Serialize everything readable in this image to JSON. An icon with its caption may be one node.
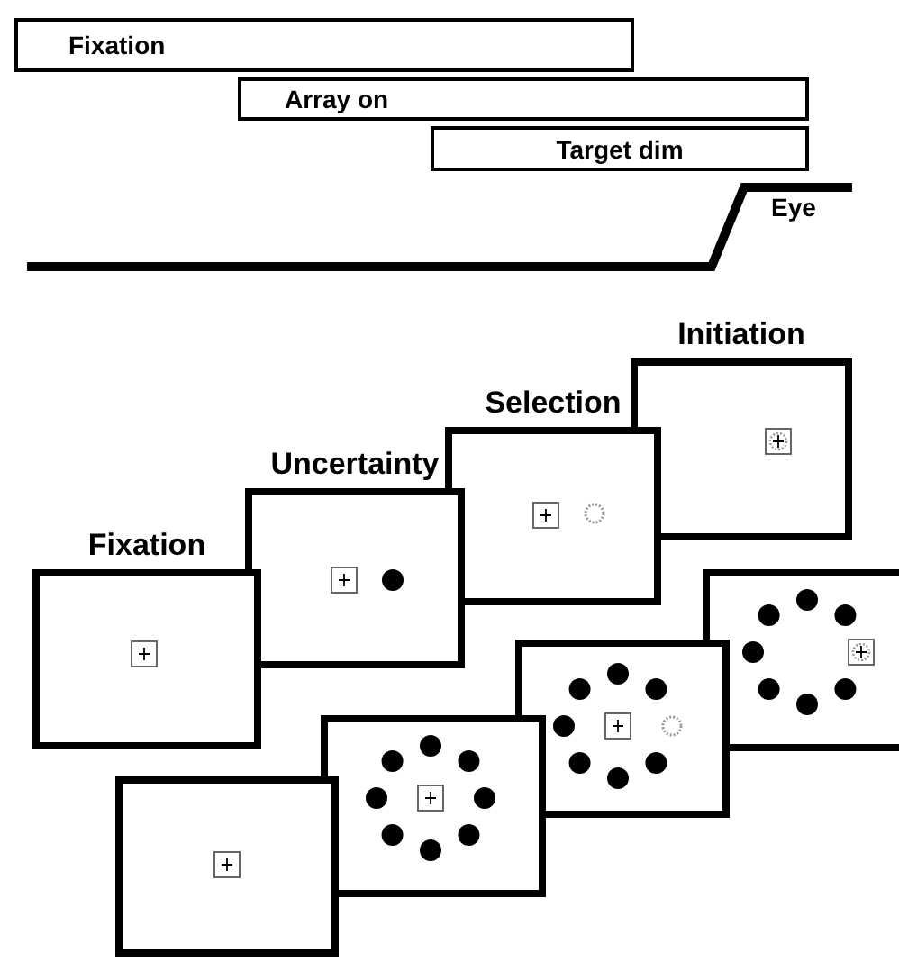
{
  "diagram": {
    "nodes": [
      {
        "text": [
          "Fixation"
        ]
      },
      {
        "text": [
          "Array on"
        ]
      },
      {
        "text": [
          "Target dim"
        ]
      },
      {
        "text": [
          "Fixation"
        ]
      },
      {
        "text": [
          "Uncertainty"
        ]
      },
      {
        "text": [
          "Selection"
        ]
      },
      {
        "text": [
          "Initiation"
        ]
      },
      {
        "text": [],
        "shape": "box"
      },
      {
        "text": [],
        "shape": "box"
      },
      {
        "text": [],
        "shape": "box"
      },
      {
        "text": [],
        "shape": "box"
      }
    ],
    "edges": [],
    "labels": [
      "Eye"
    ]
  }
}
